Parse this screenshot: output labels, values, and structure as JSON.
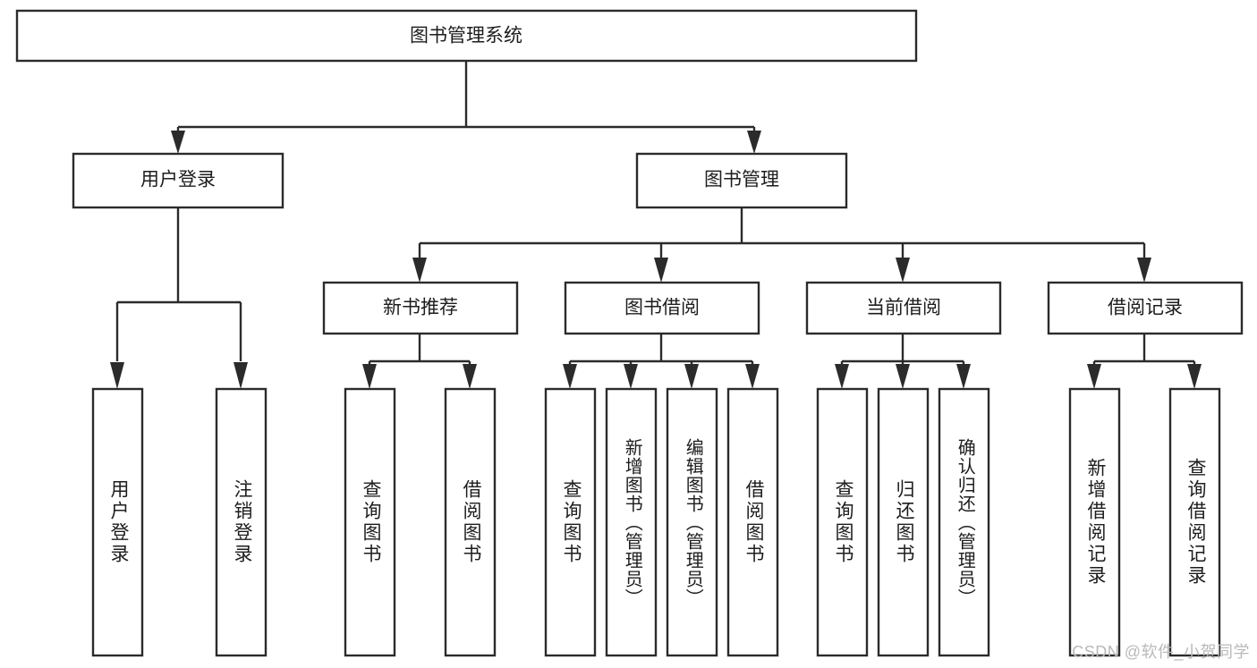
{
  "diagram": {
    "title": "图书管理系统",
    "type": "tree-hierarchy",
    "orientation": "top-down",
    "root": {
      "label": "图书管理系统"
    },
    "level2": [
      {
        "label": "用户登录"
      },
      {
        "label": "图书管理"
      }
    ],
    "level3": [
      {
        "label": "新书推荐"
      },
      {
        "label": "图书借阅"
      },
      {
        "label": "当前借阅"
      },
      {
        "label": "借阅记录"
      }
    ],
    "leaves": {
      "user_login": [
        {
          "label": "用户登录"
        },
        {
          "label": "注销登录"
        }
      ],
      "new_book_recommend": [
        {
          "label": "查询图书"
        },
        {
          "label": "借阅图书"
        }
      ],
      "book_borrow": [
        {
          "label": "查询图书"
        },
        {
          "label": "新增图书（管理员）"
        },
        {
          "label": "编辑图书（管理员）"
        },
        {
          "label": "借阅图书"
        }
      ],
      "current_borrow": [
        {
          "label": "查询图书"
        },
        {
          "label": "归还图书"
        },
        {
          "label": "确认归还（管理员）"
        }
      ],
      "borrow_record": [
        {
          "label": "新增借阅记录"
        },
        {
          "label": "查询借阅记录"
        }
      ]
    }
  },
  "watermark": {
    "text": "CSDN @软件_小贺同学"
  },
  "colors": {
    "stroke": "#2b2b2b",
    "box_fill": "#ffffff",
    "text": "#1d1d1d",
    "watermark": "#b9b9b9",
    "background": "#ffffff"
  }
}
